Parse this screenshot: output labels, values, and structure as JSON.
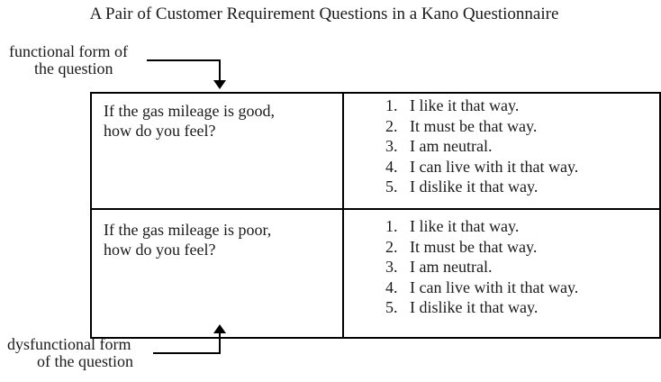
{
  "title": "A Pair of Customer Requirement Questions in a Kano Questionnaire",
  "annotations": {
    "functional": {
      "line1": "functional form of",
      "line2": "the question"
    },
    "dysfunctional": {
      "line1": "dysfunctional form",
      "line2": "of the question"
    }
  },
  "table": {
    "rows": [
      {
        "question": {
          "line1": "If the gas mileage is good,",
          "line2": "how do you feel?"
        },
        "options": [
          {
            "num": "1.",
            "text": "I like it that way."
          },
          {
            "num": "2.",
            "text": "It must be that way."
          },
          {
            "num": "3.",
            "text": "I am neutral."
          },
          {
            "num": "4.",
            "text": "I can live with it that way."
          },
          {
            "num": "5.",
            "text": "I dislike it that way."
          }
        ]
      },
      {
        "question": {
          "line1": "If the gas mileage is poor,",
          "line2": "how do you feel?"
        },
        "options": [
          {
            "num": "1.",
            "text": "I like it that way."
          },
          {
            "num": "2.",
            "text": "It must be that way."
          },
          {
            "num": "3.",
            "text": "I am neutral."
          },
          {
            "num": "4.",
            "text": "I can live with it that way."
          },
          {
            "num": "5.",
            "text": "I dislike it that way."
          }
        ]
      }
    ]
  },
  "colors": {
    "text": "#1a1a1a",
    "line": "#000000",
    "background": "#ffffff"
  }
}
